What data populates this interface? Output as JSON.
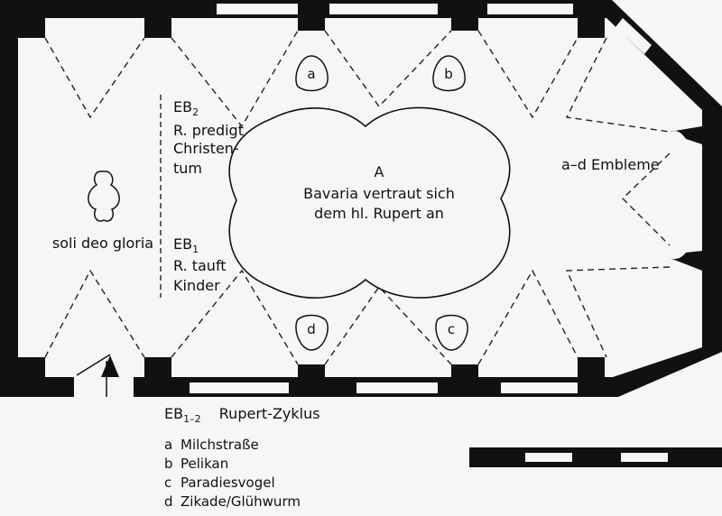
{
  "labels": {
    "eb2_title": "EB2",
    "eb2_line1": "R. predigt",
    "eb2_line2": "Christen-",
    "eb2_line3": "tum",
    "eb1_title": "EB1",
    "eb1_line1": "R. tauft",
    "eb1_line2": "Kinder",
    "center_letter": "A",
    "center_line1": "Bavaria vertraut sich",
    "center_line2": "dem hl. Rupert an",
    "left_text": "soli deo gloria",
    "right_text": "a–d Embleme",
    "medallion_a": "a",
    "medallion_b": "b",
    "medallion_c": "c",
    "medallion_d": "d"
  },
  "legend": {
    "title_main": "EB",
    "title_sub": "1–2",
    "title_text": "Rupert-Zyklus",
    "items": [
      {
        "key": "a",
        "text": "Milchstraße"
      },
      {
        "key": "b",
        "text": "Pelikan"
      },
      {
        "key": "c",
        "text": "Paradiesvogel"
      },
      {
        "key": "d",
        "text": "Zikade/Glühwurm"
      }
    ]
  }
}
